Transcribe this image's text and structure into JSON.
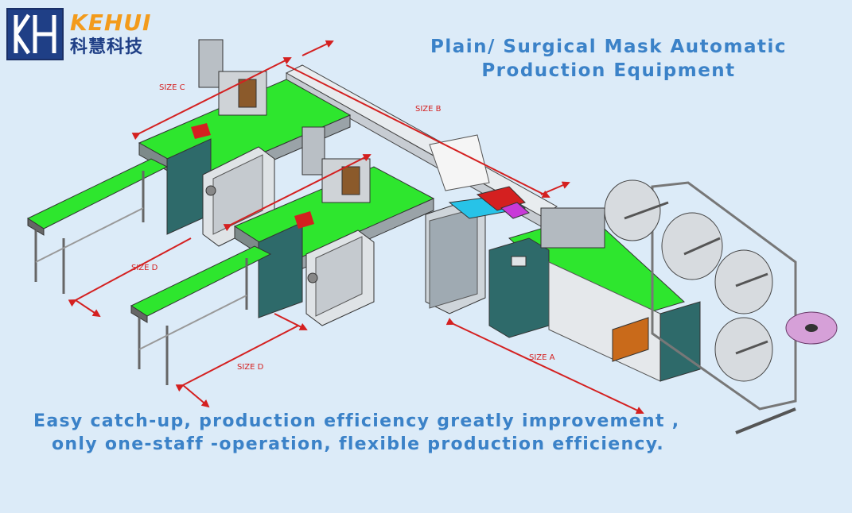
{
  "brand": {
    "name_en": "KEHUI",
    "name_cn": "科慧科技",
    "logo_glyph": "KH"
  },
  "title": {
    "line1": "Plain/ Surgical Mask Automatic",
    "line2": "Production  Equipment"
  },
  "sizes": {
    "a": "SIZE A",
    "b": "SIZE B",
    "c": "SIZE C",
    "d": "SIZE D"
  },
  "tagline": {
    "line1": "Easy catch-up, production efficiency greatly improvement ,",
    "line2": "only one-staff -operation,  flexible production efficiency."
  },
  "colors": {
    "title": "#3b82c8",
    "arrows": "#d42020",
    "conveyor": "#2ee62e",
    "frame": "#bfc4cc",
    "cabinet": "#2e6a6a",
    "logo_blue": "#1f3f86",
    "logo_orange": "#f39b1c"
  }
}
